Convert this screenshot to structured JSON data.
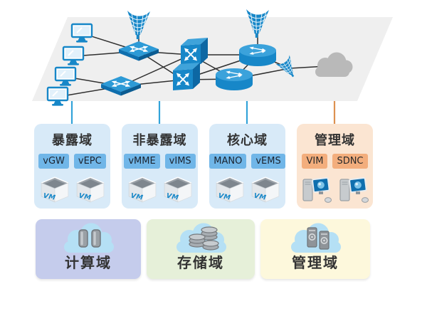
{
  "vm_label": "VM",
  "colors": {
    "device_blue": "#1787C8",
    "connector_blue": "#33A3D9",
    "connector_orange": "#DD9150",
    "plane_gray": "#EFEFEF",
    "external_cloud_gray": "#B9B9B9",
    "domain_blue_bg": "#D8EAF8",
    "chip_blue": "#70B6E8",
    "domain_orange_bg": "#FBE5D2",
    "chip_orange": "#F3AE7D",
    "compute_bg": "#C5CCEC",
    "storage_bg": "#E6F0D9",
    "manage_bg": "#FDF8DC",
    "cloud_icon_blue": "#B5E0F5"
  },
  "topology": {
    "nodes": [
      {
        "id": "pc-1",
        "type": "desktop-computer"
      },
      {
        "id": "pc-2",
        "type": "desktop-computer"
      },
      {
        "id": "pc-3",
        "type": "desktop-computer"
      },
      {
        "id": "pc-4",
        "type": "desktop-computer"
      },
      {
        "id": "antenna-1",
        "type": "radio-antenna"
      },
      {
        "id": "antenna-2",
        "type": "radio-antenna"
      },
      {
        "id": "antenna-3",
        "type": "radio-antenna"
      },
      {
        "id": "switch-1",
        "type": "network-switch"
      },
      {
        "id": "switch-2",
        "type": "network-switch"
      },
      {
        "id": "router-1",
        "type": "cube-router"
      },
      {
        "id": "router-2",
        "type": "cube-router"
      },
      {
        "id": "router-3",
        "type": "cylinder-router"
      },
      {
        "id": "router-4",
        "type": "cylinder-router"
      },
      {
        "id": "cloud-1",
        "type": "external-cloud"
      }
    ],
    "links": [
      [
        "pc-1",
        "switch-1"
      ],
      [
        "pc-2",
        "switch-1"
      ],
      [
        "pc-3",
        "switch-2"
      ],
      [
        "pc-4",
        "switch-2"
      ],
      [
        "antenna-1",
        "switch-1"
      ],
      [
        "switch-1",
        "router-1"
      ],
      [
        "switch-1",
        "router-2"
      ],
      [
        "switch-2",
        "router-1"
      ],
      [
        "switch-2",
        "router-2"
      ],
      [
        "router-1",
        "router-3"
      ],
      [
        "router-1",
        "router-4"
      ],
      [
        "router-2",
        "router-3"
      ],
      [
        "router-2",
        "router-4"
      ],
      [
        "antenna-2",
        "router-3"
      ],
      [
        "router-3",
        "router-4"
      ],
      [
        "router-3",
        "antenna-3"
      ],
      [
        "router-4",
        "antenna-3"
      ],
      [
        "antenna-3",
        "cloud-1"
      ]
    ]
  },
  "domains": [
    {
      "title": "暴露域",
      "chips": [
        "vGW",
        "vEPC"
      ],
      "icon": "vm-cube",
      "theme": "blue"
    },
    {
      "title": "非暴露域",
      "chips": [
        "vMME",
        "vIMS"
      ],
      "icon": "vm-cube",
      "theme": "blue"
    },
    {
      "title": "核心域",
      "chips": [
        "MANO",
        "vEMS"
      ],
      "icon": "vm-cube",
      "theme": "blue"
    },
    {
      "title": "管理域",
      "chips": [
        "VIM",
        "SDNC"
      ],
      "icon": "workstation",
      "theme": "orange"
    }
  ],
  "resource_domains": [
    {
      "title": "计算域",
      "icon": "compute-cloud",
      "theme": "purple"
    },
    {
      "title": "存储域",
      "icon": "storage-cloud",
      "theme": "green"
    },
    {
      "title": "管理域",
      "icon": "management-cloud",
      "theme": "yellow"
    }
  ]
}
